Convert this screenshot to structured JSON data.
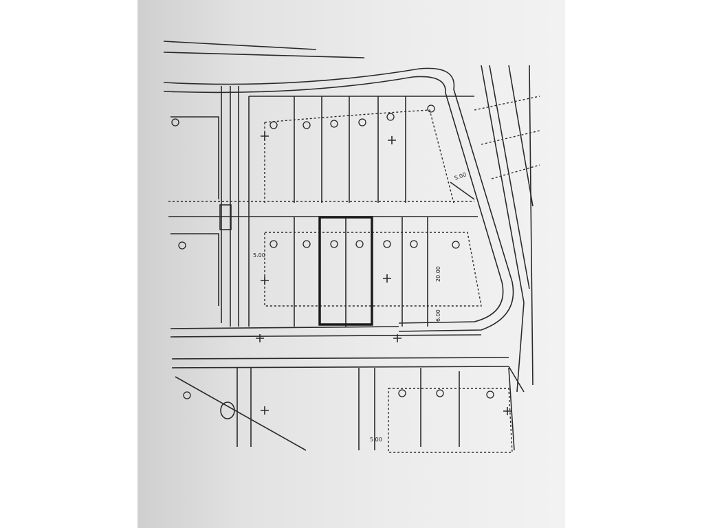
{
  "drawing": {
    "type": "site plan / lot subdivision scan",
    "dimension_labels": [
      "5.00",
      "20.00",
      "6.00",
      "5.00",
      "5.00"
    ],
    "highlighted_lots": 2,
    "colors": {
      "ink": "#2a2a2a",
      "paper": "#e6e6e6"
    }
  }
}
